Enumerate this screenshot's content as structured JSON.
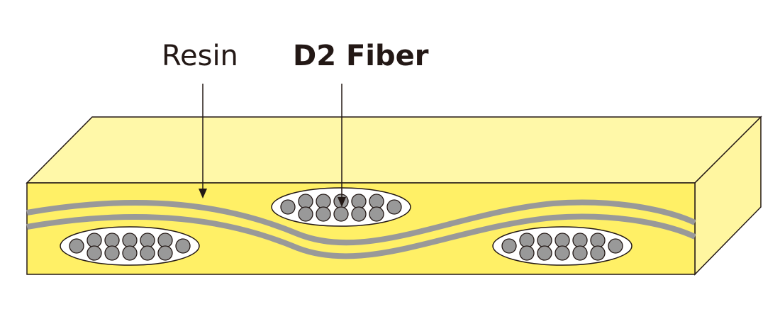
{
  "labels": {
    "resin": "Resin",
    "fiber": "D2 Fiber"
  },
  "colors": {
    "top_face": "#fff8a8",
    "front_face": "#fff066",
    "side_face": "#fff6a0",
    "fiber": "#999999",
    "bundle": "#ffffff",
    "outline": "#231815"
  },
  "bundles": [
    {
      "name": "bundle-left"
    },
    {
      "name": "bundle-middle"
    },
    {
      "name": "bundle-right"
    }
  ]
}
